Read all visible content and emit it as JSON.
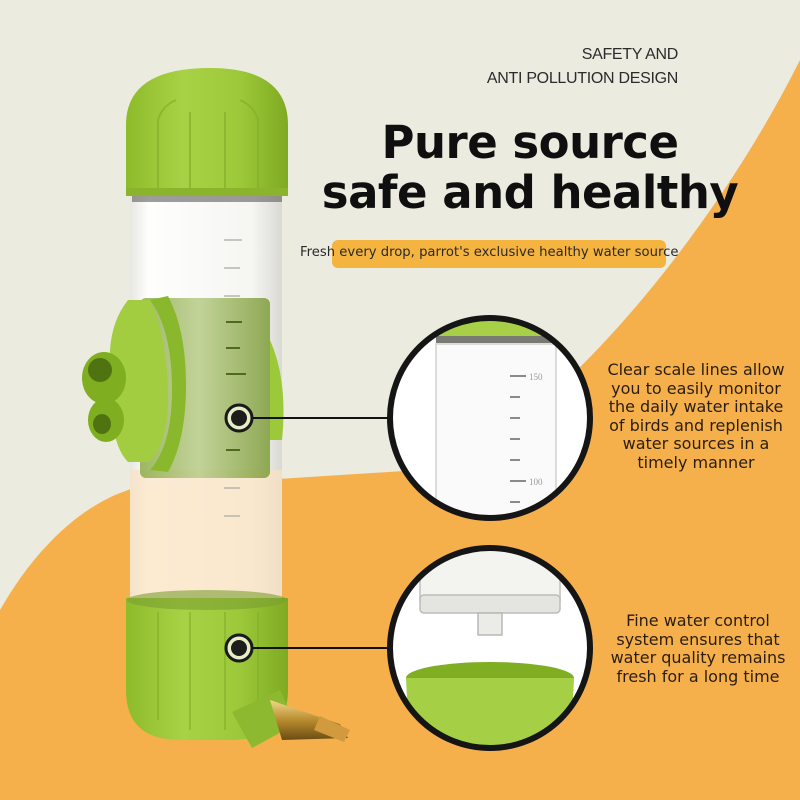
{
  "colors": {
    "background": "#ecebe0",
    "accent_orange": "#f5b04c",
    "highlight_orange": "#f5b33f",
    "product_green": "#9cc93a",
    "product_green_dark": "#7faa22",
    "text_dark": "#0f0f0f"
  },
  "header": {
    "eyebrow_line1": "SAFETY AND",
    "eyebrow_line2": "ANTI POLLUTION DESIGN",
    "headline_line1": "Pure source",
    "headline_line2": "safe and healthy",
    "subline": "Fresh every drop, parrot's exclusive healthy water source"
  },
  "product": {
    "name": "bird water feeder bottle",
    "scale_labels": [
      "150",
      "100"
    ]
  },
  "callouts": [
    {
      "id": "scale-lines",
      "lines": [
        "Clear scale lines allow",
        "you to easily monitor",
        "the daily water intake",
        "of birds and replenish",
        "water sources in a",
        "timely manner"
      ],
      "detail_image": "graduated bottle tube close-up"
    },
    {
      "id": "water-control",
      "lines": [
        "Fine water control",
        "system ensures that",
        "water quality remains",
        "fresh for a long time"
      ],
      "detail_image": "bottle neck and green base close-up"
    }
  ]
}
